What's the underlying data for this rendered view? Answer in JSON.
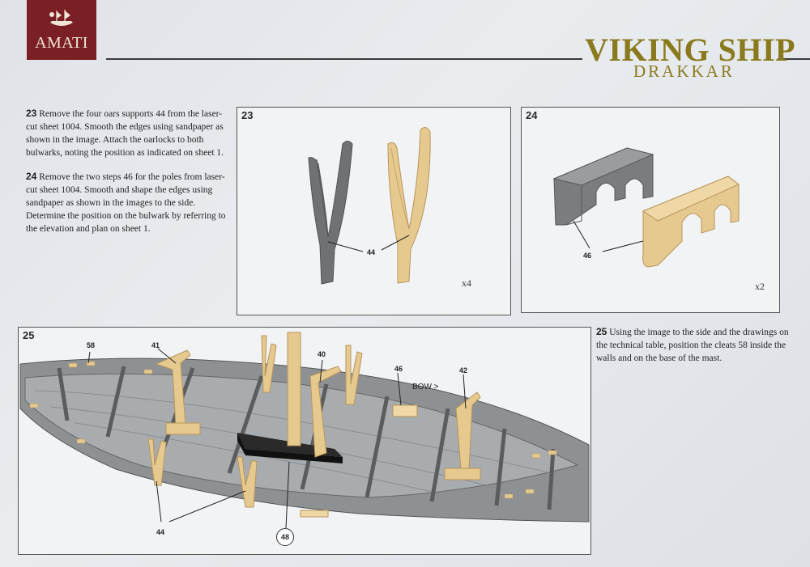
{
  "header": {
    "brand": "AMATI",
    "title": "VIKING SHIP",
    "subtitle": "DRAKKAR"
  },
  "steps": [
    {
      "num": "23",
      "text": "Remove the four oars supports 44 from the laser-cut sheet 1004. Smooth the edges using sandpaper as shown in the image. Attach the oarlocks to both bulwarks, noting the position as indicated on sheet 1."
    },
    {
      "num": "24",
      "text": "Remove the two steps 46 for the poles from laser-cut sheet 1004. Smooth and shape the edges using sandpaper as shown in the images to the side. Determine the position on the bulwark by referring to the elevation and plan on sheet 1."
    },
    {
      "num": "25",
      "text": "Using the image to the side and the drawings on the technical table, position the cleats 58 inside the walls and on the base of the mast."
    }
  ],
  "panels": {
    "p23": {
      "label": "23",
      "callout": "44",
      "qty": "x4"
    },
    "p24": {
      "label": "24",
      "callout": "46",
      "qty": "x2"
    },
    "p25": {
      "label": "25",
      "callouts": {
        "c58": "58",
        "c41": "41",
        "c40": "40",
        "c46": "46",
        "c42": "42",
        "c44": "44",
        "c48": "48"
      },
      "direction": "BOW >"
    }
  },
  "colors": {
    "brand_bg": "#7a1f24",
    "title": "#8a7a1e",
    "wood": "#e6c98f",
    "grey_part": "#6f7275"
  }
}
